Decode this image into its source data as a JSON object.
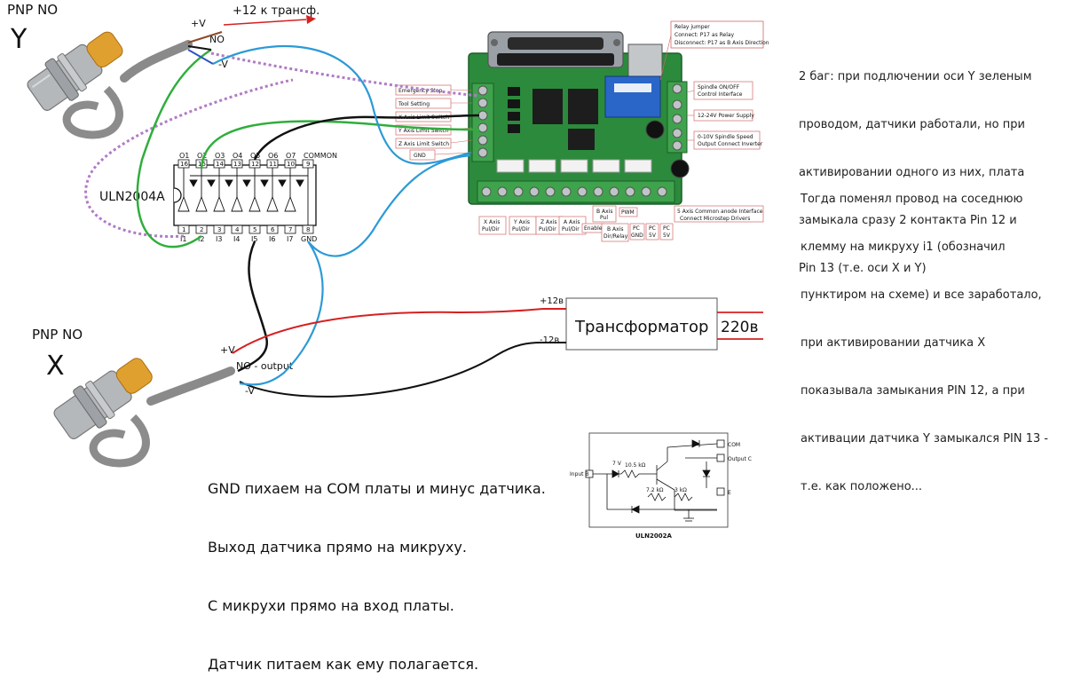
{
  "sensors": {
    "y": {
      "type": "PNP NO",
      "axis": "Y",
      "plus": "+V",
      "no": "NO",
      "minus": "-V"
    },
    "x": {
      "type": "PNP NO",
      "axis": "X",
      "plus": "+V",
      "no_output": "NO - output",
      "minus": "-V"
    }
  },
  "supply_arrow": "+12 к трансф.",
  "uln": {
    "name": "ULN2004A",
    "outputs": [
      "O1",
      "O2",
      "O3",
      "O4",
      "O5",
      "O6",
      "O7",
      "COMMON"
    ],
    "top_pins": [
      "16",
      "15",
      "14",
      "13",
      "12",
      "11",
      "10",
      "9"
    ],
    "bottom_pins": [
      "1",
      "2",
      "3",
      "4",
      "5",
      "6",
      "7",
      "8"
    ],
    "inputs": [
      "I1",
      "I2",
      "I3",
      "I4",
      "I5",
      "I6",
      "I7",
      "GND"
    ]
  },
  "board": {
    "relay_note": [
      "Relay jumper",
      "Connect: P17 as Relay",
      "Disconnect: P17 as B Axis Direction"
    ],
    "left_labels": [
      "Emergency Stop",
      "Tool Setting",
      "X Axis Limit Switch",
      "Y Axis Limit Switch",
      "Z Axis Limit Switch",
      "GND"
    ],
    "right_labels": [
      [
        "Spindle ON/OFF",
        "Control Interface"
      ],
      [
        "12-24V Power Supply"
      ],
      [
        "0-10V Spindle Speed",
        "Output Connect Inverter"
      ]
    ],
    "bottom_labels": [
      [
        "X Axis",
        "Pul/Dir"
      ],
      [
        "Y Axis",
        "Pul/Dir"
      ],
      [
        "Z Axis",
        "Pul/Dir"
      ],
      [
        "A Axis",
        "Pul/Dir"
      ],
      [
        "Enable"
      ],
      [
        "B Axis",
        "Pul"
      ],
      [
        "B Axis",
        "Dir/Relay"
      ],
      [
        "PWM"
      ],
      [
        "PC",
        "GND"
      ],
      [
        "PC",
        "5V"
      ],
      [
        "PC",
        "5V"
      ]
    ],
    "common_anode": [
      "5 Axis Common anode Interface",
      "Connect Microstep Drivers"
    ]
  },
  "transformer": {
    "label": "Трансформатор",
    "plus": "+12в",
    "minus": "-12в",
    "mains": "220в"
  },
  "note_bug": [
    "2 баг: при подлючении оси Y зеленым",
    "проводом, датчики работали, но при",
    "активировании одного из них, плата",
    "замыкала сразу 2 контакта Pin 12 и",
    "Pin 13 (т.е. оси X и Y)"
  ],
  "note_fix": [
    "Тогда поменял провод на соседнюю",
    "клемму на микруху i1 (обозначил",
    "пунктиром на схеме) и все заработало,",
    "при активировании датчика Х",
    "показывала замыкания PIN 12, а при",
    "активации датчика Y замыкался PIN 13 -",
    "т.е. как положено..."
  ],
  "instructions": [
    "GND пихаем на COM платы и минус датчика.",
    "Выход датчика прямо на микруху.",
    "С микрухи прямо на вход платы.",
    "Датчик питаем как ему полагается."
  ],
  "uln2002": {
    "caption": "ULN2002A",
    "input": "Input B",
    "zener": "7 V",
    "r1": "10.5 kΩ",
    "r2": "7.2 kΩ",
    "r3": "3 kΩ",
    "com": "COM",
    "output": "Output C",
    "emitter": "E"
  }
}
